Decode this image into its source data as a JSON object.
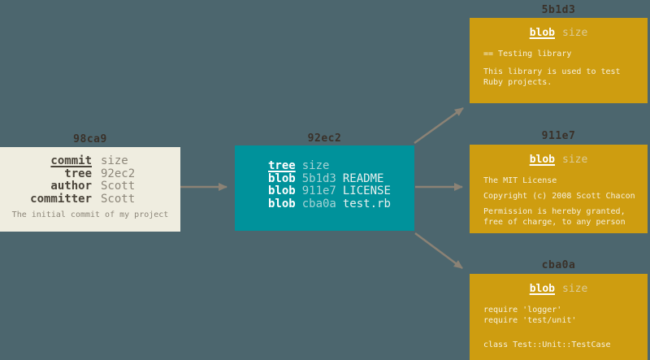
{
  "colors": {
    "background": "#4C666E",
    "commit_box": "#EFEDE0",
    "tree_box": "#00929B",
    "blob_box": "#CE9D10",
    "arrow": "#8B8275",
    "title_text": "#3A3129"
  },
  "commit": {
    "id": "98ca9",
    "rows": [
      {
        "label": "commit",
        "value": "size"
      },
      {
        "label": "tree",
        "value": "92ec2"
      },
      {
        "label": "author",
        "value": "Scott"
      },
      {
        "label": "committer",
        "value": "Scott"
      }
    ],
    "caption": "The initial commit of my project"
  },
  "tree": {
    "id": "92ec2",
    "header": {
      "keyword": "tree",
      "value": "size"
    },
    "entries": [
      {
        "keyword": "blob",
        "hash": "5b1d3",
        "filename": "README"
      },
      {
        "keyword": "blob",
        "hash": "911e7",
        "filename": "LICENSE"
      },
      {
        "keyword": "blob",
        "hash": "cba0a",
        "filename": "test.rb"
      }
    ]
  },
  "blobs": [
    {
      "id": "5b1d3",
      "header": {
        "keyword": "blob",
        "value": "size"
      },
      "lines": [
        "== Testing library",
        "This library is used to test",
        "Ruby projects."
      ]
    },
    {
      "id": "911e7",
      "header": {
        "keyword": "blob",
        "value": "size"
      },
      "lines": [
        "The MIT License",
        "Copyright (c) 2008 Scott Chacon",
        "Permission is hereby granted,",
        "free of charge, to any person"
      ]
    },
    {
      "id": "cba0a",
      "header": {
        "keyword": "blob",
        "value": "size"
      },
      "lines": [
        "require 'logger'",
        "require 'test/unit'",
        "class Test::Unit::TestCase"
      ]
    }
  ]
}
